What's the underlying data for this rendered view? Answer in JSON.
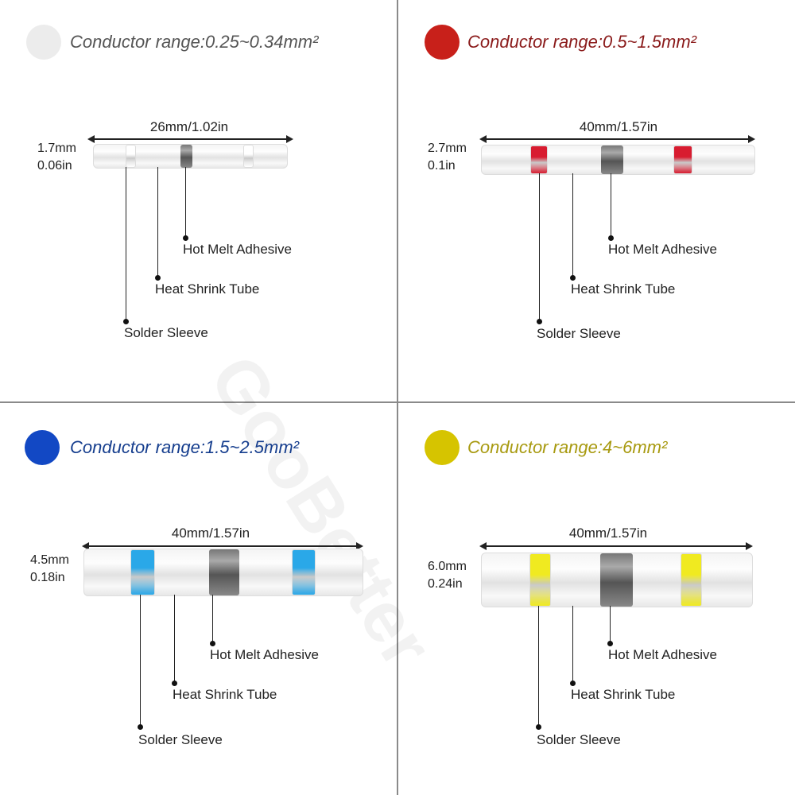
{
  "watermark": "GooBetter",
  "callouts": {
    "solder": "Solder Sleeve",
    "heat": "Heat Shrink Tube",
    "adhesive": "Hot Melt Adhesive"
  },
  "panels": [
    {
      "title": "Conductor range:0.25~0.34mm²",
      "dot_color": "#ececec",
      "title_color": "#555555",
      "band_color": "#ffffff",
      "length": "26mm/1.02in",
      "diameter_mm": "1.7mm",
      "diameter_in": "0.06in"
    },
    {
      "title": "Conductor range:0.5~1.5mm²",
      "dot_color": "#c8201a",
      "title_color": "#8a1a1a",
      "band_color": "#d81c30",
      "length": "40mm/1.57in",
      "diameter_mm": "2.7mm",
      "diameter_in": "0.1in"
    },
    {
      "title": "Conductor range:1.5~2.5mm²",
      "dot_color": "#1248c4",
      "title_color": "#163e8e",
      "band_color": "#2aa8e8",
      "length": "40mm/1.57in",
      "diameter_mm": "4.5mm",
      "diameter_in": "0.18in"
    },
    {
      "title": "Conductor range:4~6mm²",
      "dot_color": "#d6c400",
      "title_color": "#a89a10",
      "band_color": "#f0ea20",
      "length": "40mm/1.57in",
      "diameter_mm": "6.0mm",
      "diameter_in": "0.24in"
    }
  ]
}
